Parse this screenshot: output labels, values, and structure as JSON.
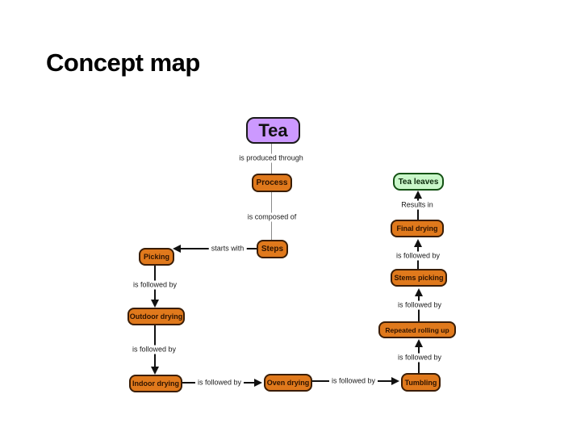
{
  "slide": {
    "title": "Concept map"
  },
  "diagram": {
    "nodes": {
      "tea": {
        "label": "Tea"
      },
      "process": {
        "label": "Process"
      },
      "steps": {
        "label": "Steps"
      },
      "picking": {
        "label": "Picking"
      },
      "outdoor_drying": {
        "label": "Outdoor drying"
      },
      "indoor_drying": {
        "label": "Indoor drying"
      },
      "oven_drying": {
        "label": "Oven drying"
      },
      "tumbling": {
        "label": "Tumbling"
      },
      "repeated_rolling_up": {
        "label": "Repeated rolling up"
      },
      "stems_picking": {
        "label": "Stems picking"
      },
      "final_drying": {
        "label": "Final drying"
      },
      "tea_leaves": {
        "label": "Tea leaves"
      }
    },
    "edges": [
      {
        "from": "tea",
        "to": "process",
        "label": "is produced through",
        "arrowhead": false
      },
      {
        "from": "process",
        "to": "steps",
        "label": "is composed of",
        "arrowhead": false
      },
      {
        "from": "steps",
        "to": "picking",
        "label": "starts with",
        "arrowhead": true
      },
      {
        "from": "picking",
        "to": "outdoor_drying",
        "label": "is followed by",
        "arrowhead": true
      },
      {
        "from": "outdoor_drying",
        "to": "indoor_drying",
        "label": "is followed by",
        "arrowhead": true
      },
      {
        "from": "indoor_drying",
        "to": "oven_drying",
        "label": "is followed by",
        "arrowhead": true
      },
      {
        "from": "oven_drying",
        "to": "tumbling",
        "label": "is followed by",
        "arrowhead": true
      },
      {
        "from": "tumbling",
        "to": "repeated_rolling_up",
        "label": "is followed by",
        "arrowhead": true
      },
      {
        "from": "repeated_rolling_up",
        "to": "stems_picking",
        "label": "is followed by",
        "arrowhead": true
      },
      {
        "from": "stems_picking",
        "to": "final_drying",
        "label": "is followed by",
        "arrowhead": true
      },
      {
        "from": "final_drying",
        "to": "tea_leaves",
        "label": "Results in",
        "arrowhead": true
      }
    ],
    "colors": {
      "concept_fill": "#cc99ff",
      "step_fill": "#e0791c",
      "step_border": "#3a1d05",
      "result_fill": "#c9f7c9",
      "result_border": "#145214",
      "line": "#111111"
    }
  }
}
